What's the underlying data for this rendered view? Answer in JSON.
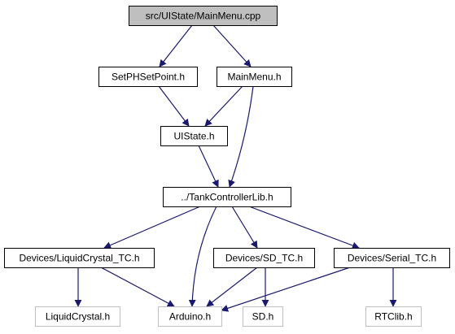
{
  "diagram": {
    "colors": {
      "node_fill": "#ffffff",
      "node_border": "#000000",
      "root_fill": "#bfbfbf",
      "external_border": "#bfbfbf",
      "edge": "#191970"
    },
    "nodes": [
      {
        "id": "main_cpp",
        "label": "src/UIState/MainMenu.cpp",
        "kind": "root"
      },
      {
        "id": "setph_h",
        "label": "SetPHSetPoint.h",
        "kind": "internal"
      },
      {
        "id": "mainmenu_h",
        "label": "MainMenu.h",
        "kind": "internal"
      },
      {
        "id": "uistate_h",
        "label": "UIState.h",
        "kind": "internal"
      },
      {
        "id": "tcl_h",
        "label": "../TankControllerLib.h",
        "kind": "internal"
      },
      {
        "id": "lcd_tc_h",
        "label": "Devices/LiquidCrystal_TC.h",
        "kind": "internal"
      },
      {
        "id": "sd_tc_h",
        "label": "Devices/SD_TC.h",
        "kind": "internal"
      },
      {
        "id": "serial_tc_h",
        "label": "Devices/Serial_TC.h",
        "kind": "internal"
      },
      {
        "id": "liquidcrystal_h",
        "label": "LiquidCrystal.h",
        "kind": "external"
      },
      {
        "id": "arduino_h",
        "label": "Arduino.h",
        "kind": "external"
      },
      {
        "id": "sd_h",
        "label": "SD.h",
        "kind": "external"
      },
      {
        "id": "rtclib_h",
        "label": "RTClib.h",
        "kind": "external"
      }
    ],
    "edges": [
      {
        "from": "main_cpp",
        "to": "setph_h"
      },
      {
        "from": "main_cpp",
        "to": "mainmenu_h"
      },
      {
        "from": "setph_h",
        "to": "uistate_h"
      },
      {
        "from": "mainmenu_h",
        "to": "uistate_h"
      },
      {
        "from": "mainmenu_h",
        "to": "tcl_h"
      },
      {
        "from": "uistate_h",
        "to": "tcl_h"
      },
      {
        "from": "tcl_h",
        "to": "lcd_tc_h"
      },
      {
        "from": "tcl_h",
        "to": "arduino_h"
      },
      {
        "from": "tcl_h",
        "to": "sd_tc_h"
      },
      {
        "from": "tcl_h",
        "to": "serial_tc_h"
      },
      {
        "from": "lcd_tc_h",
        "to": "liquidcrystal_h"
      },
      {
        "from": "lcd_tc_h",
        "to": "arduino_h"
      },
      {
        "from": "sd_tc_h",
        "to": "arduino_h"
      },
      {
        "from": "sd_tc_h",
        "to": "sd_h"
      },
      {
        "from": "serial_tc_h",
        "to": "arduino_h"
      },
      {
        "from": "serial_tc_h",
        "to": "rtclib_h"
      }
    ]
  }
}
